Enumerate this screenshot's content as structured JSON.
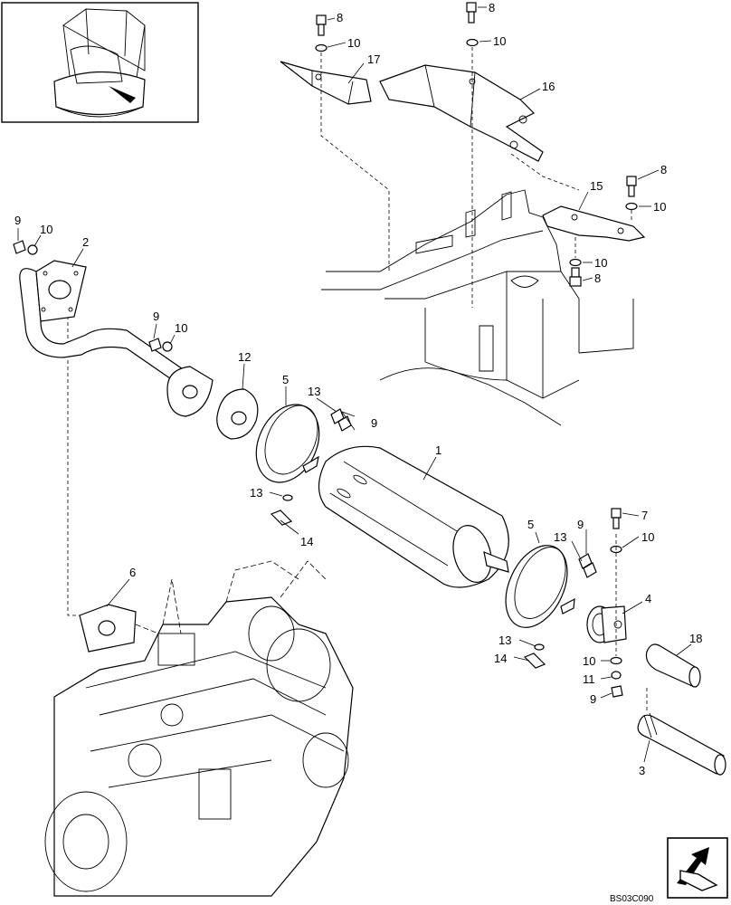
{
  "drawing_code": "BS03C090",
  "callouts": [
    {
      "id": "c-8a",
      "text": "8"
    },
    {
      "id": "c-10a",
      "text": "10"
    },
    {
      "id": "c-8b",
      "text": "8"
    },
    {
      "id": "c-10b",
      "text": "10"
    },
    {
      "id": "c-17",
      "text": "17"
    },
    {
      "id": "c-16",
      "text": "16"
    },
    {
      "id": "c-8c",
      "text": "8"
    },
    {
      "id": "c-10c",
      "text": "10"
    },
    {
      "id": "c-15",
      "text": "15"
    },
    {
      "id": "c-10d",
      "text": "10"
    },
    {
      "id": "c-8d",
      "text": "8"
    },
    {
      "id": "c-9a",
      "text": "9"
    },
    {
      "id": "c-10e",
      "text": "10"
    },
    {
      "id": "c-2",
      "text": "2"
    },
    {
      "id": "c-9b",
      "text": "9"
    },
    {
      "id": "c-10f",
      "text": "10"
    },
    {
      "id": "c-12",
      "text": "12"
    },
    {
      "id": "c-5a",
      "text": "5"
    },
    {
      "id": "c-13a",
      "text": "13"
    },
    {
      "id": "c-9c",
      "text": "9"
    },
    {
      "id": "c-1",
      "text": "1"
    },
    {
      "id": "c-13b",
      "text": "13"
    },
    {
      "id": "c-14a",
      "text": "14"
    },
    {
      "id": "c-7",
      "text": "7"
    },
    {
      "id": "c-10g",
      "text": "10"
    },
    {
      "id": "c-5b",
      "text": "5"
    },
    {
      "id": "c-13c",
      "text": "13"
    },
    {
      "id": "c-9d",
      "text": "9"
    },
    {
      "id": "c-6",
      "text": "6"
    },
    {
      "id": "c-4",
      "text": "4"
    },
    {
      "id": "c-18",
      "text": "18"
    },
    {
      "id": "c-13d",
      "text": "13"
    },
    {
      "id": "c-14b",
      "text": "14"
    },
    {
      "id": "c-10h",
      "text": "10"
    },
    {
      "id": "c-11",
      "text": "11"
    },
    {
      "id": "c-9e",
      "text": "9"
    },
    {
      "id": "c-3",
      "text": "3"
    }
  ]
}
